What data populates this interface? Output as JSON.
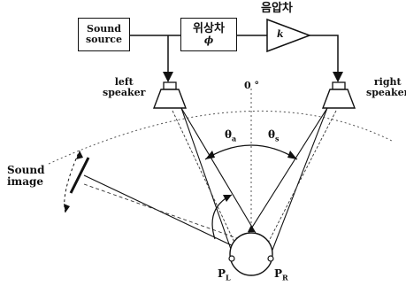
{
  "blocks": {
    "sound_source": "Sound\nsource",
    "phase_difference": "위상차",
    "phase_symbol": "ϕ",
    "level_difference": "음압차",
    "gain_symbol": "k"
  },
  "labels": {
    "left_speaker": "left\nspeaker",
    "right_speaker": "right\nspeaker",
    "zero_angle": "0 °",
    "theta_left": "θ",
    "theta_left_sub": "a",
    "theta_right": "θ",
    "theta_right_sub": "s",
    "sound_image": "Sound\nimage",
    "left_ear": "P",
    "left_ear_sub": "L",
    "right_ear": "P",
    "right_ear_sub": "R"
  }
}
